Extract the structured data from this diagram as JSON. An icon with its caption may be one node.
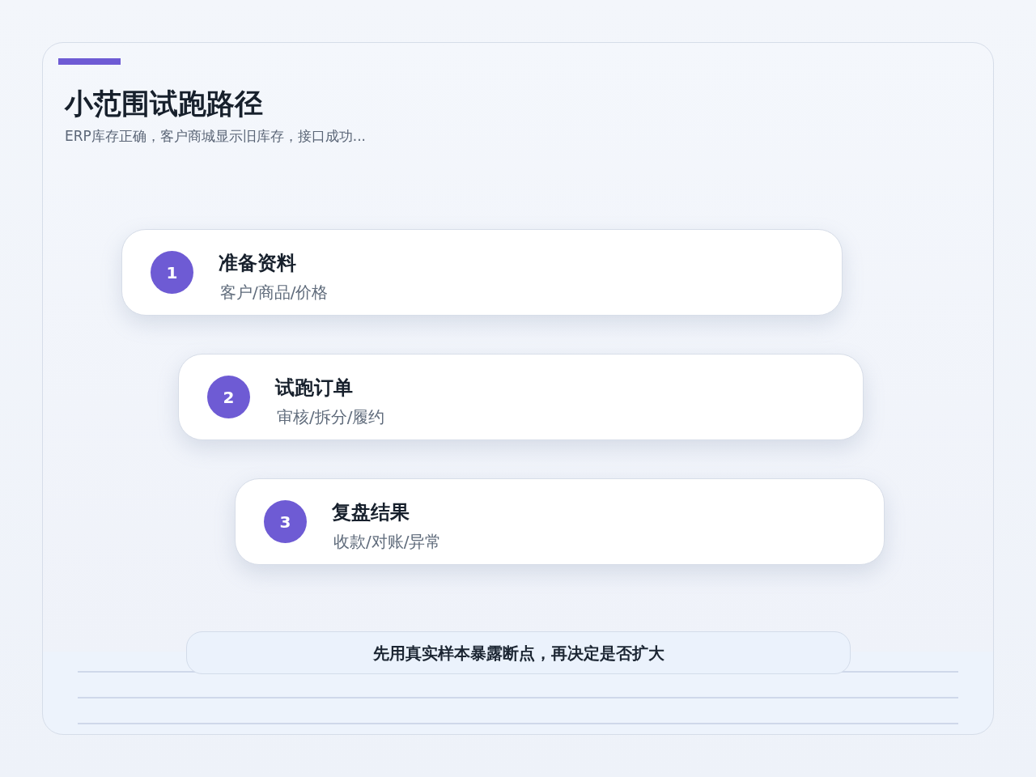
{
  "diagram": {
    "title": "小范围试跑路径",
    "nodes": [
      {
        "text": [
          "准备资料",
          "客户/商品/价格"
        ]
      },
      {
        "text": [
          "1"
        ],
        "in": 0
      },
      {
        "text": [
          "试跑订单",
          "审核/拆分/履约"
        ]
      },
      {
        "text": [
          "2"
        ],
        "in": 2
      },
      {
        "text": [
          "复盘结果",
          "收款/对账/异常"
        ]
      },
      {
        "text": [
          "3"
        ],
        "in": 4
      },
      {
        "text": [
          "先用真实样本暴露断点，再决定是否扩大"
        ]
      }
    ],
    "labels": [
      "ERP库存正确，客户商城显示旧库存，接口成功..."
    ]
  }
}
